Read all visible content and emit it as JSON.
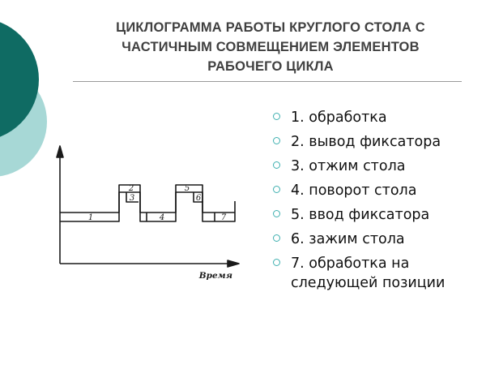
{
  "title_lines": [
    "ЦИКЛОГРАММА РАБОТЫ КРУГЛОГО СТОЛА С",
    "ЧАСТИЧНЫМ СОВМЕЩЕНИЕМ ЭЛЕМЕНТОВ",
    "РАБОЧЕГО ЦИКЛА"
  ],
  "legend_items": [
    "1. обработка",
    "2. вывод фиксатора",
    "3. отжим стола",
    "4. поворот стола",
    "5. ввод фиксатора",
    "6. зажим стола",
    "7. обработка на следующей позиции"
  ],
  "diagram": {
    "axis_label": "Время",
    "segment_labels": [
      "1",
      "2",
      "3",
      "4",
      "5",
      "6",
      "7"
    ]
  },
  "colors": {
    "title": "#404040",
    "accent_dark": "#0f6b63",
    "accent_light": "#9fd4d2",
    "bullet": "#3fb0b0",
    "text": "#111111"
  }
}
